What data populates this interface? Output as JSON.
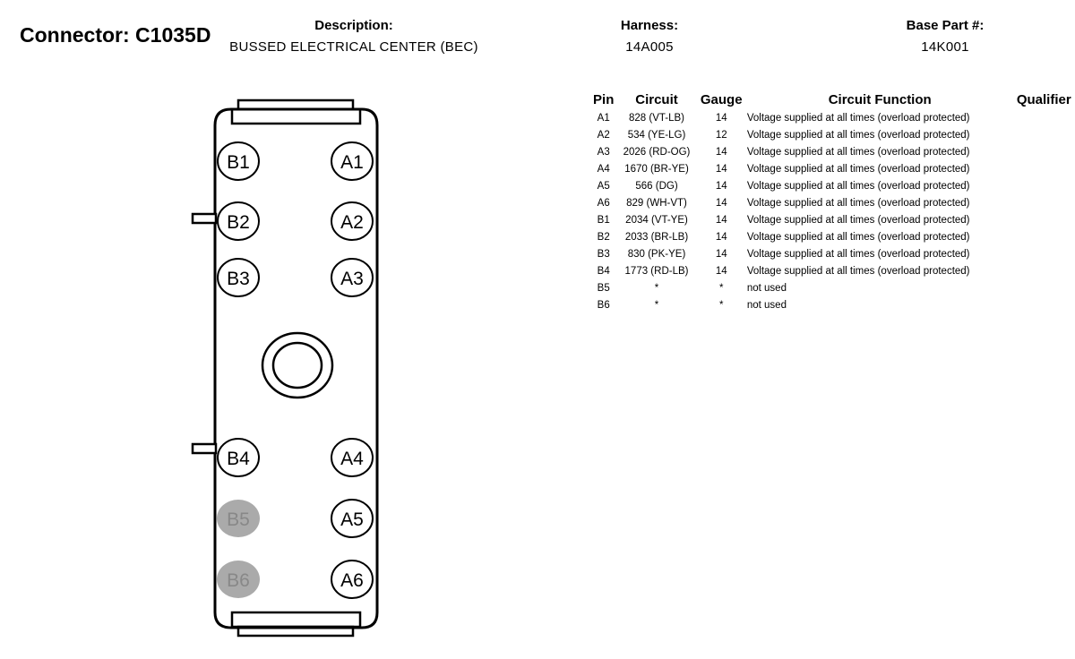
{
  "header": {
    "connector_label": "Connector: C1035D",
    "description_label": "Description:",
    "description_value": "BUSSED ELECTRICAL CENTER (BEC)",
    "harness_label": "Harness:",
    "harness_value": "14A005",
    "base_part_label": "Base Part #:",
    "base_part_value": "14K001"
  },
  "diagram": {
    "pins": [
      "B1",
      "A1",
      "B2",
      "A2",
      "B3",
      "A3",
      "B4",
      "A4",
      "B5",
      "A5",
      "B6",
      "A6"
    ],
    "unused_pins": [
      "B5",
      "B6"
    ],
    "unused_fill": "#aaaaaa",
    "unused_text": "#888888"
  },
  "table": {
    "headers": [
      "Pin",
      "Circuit",
      "Gauge",
      "Circuit Function",
      "Qualifier"
    ],
    "rows": [
      {
        "pin": "A1",
        "circuit": "828 (VT-LB)",
        "gauge": "14",
        "function": "Voltage supplied at all times (overload protected)",
        "qualifier": ""
      },
      {
        "pin": "A2",
        "circuit": "534 (YE-LG)",
        "gauge": "12",
        "function": "Voltage supplied at all times (overload protected)",
        "qualifier": ""
      },
      {
        "pin": "A3",
        "circuit": "2026 (RD-OG)",
        "gauge": "14",
        "function": "Voltage supplied at all times (overload protected)",
        "qualifier": ""
      },
      {
        "pin": "A4",
        "circuit": "1670 (BR-YE)",
        "gauge": "14",
        "function": "Voltage supplied at all times (overload protected)",
        "qualifier": ""
      },
      {
        "pin": "A5",
        "circuit": "566 (DG)",
        "gauge": "14",
        "function": "Voltage supplied at all times (overload protected)",
        "qualifier": ""
      },
      {
        "pin": "A6",
        "circuit": "829 (WH-VT)",
        "gauge": "14",
        "function": "Voltage supplied at all times (overload protected)",
        "qualifier": ""
      },
      {
        "pin": "B1",
        "circuit": "2034 (VT-YE)",
        "gauge": "14",
        "function": "Voltage supplied at all times (overload protected)",
        "qualifier": ""
      },
      {
        "pin": "B2",
        "circuit": "2033 (BR-LB)",
        "gauge": "14",
        "function": "Voltage supplied at all times (overload protected)",
        "qualifier": ""
      },
      {
        "pin": "B3",
        "circuit": "830 (PK-YE)",
        "gauge": "14",
        "function": "Voltage supplied at all times (overload protected)",
        "qualifier": ""
      },
      {
        "pin": "B4",
        "circuit": "1773 (RD-LB)",
        "gauge": "14",
        "function": "Voltage supplied at all times (overload protected)",
        "qualifier": ""
      },
      {
        "pin": "B5",
        "circuit": "*",
        "gauge": "*",
        "function": "not used",
        "qualifier": ""
      },
      {
        "pin": "B6",
        "circuit": "*",
        "gauge": "*",
        "function": "not used",
        "qualifier": ""
      }
    ]
  }
}
